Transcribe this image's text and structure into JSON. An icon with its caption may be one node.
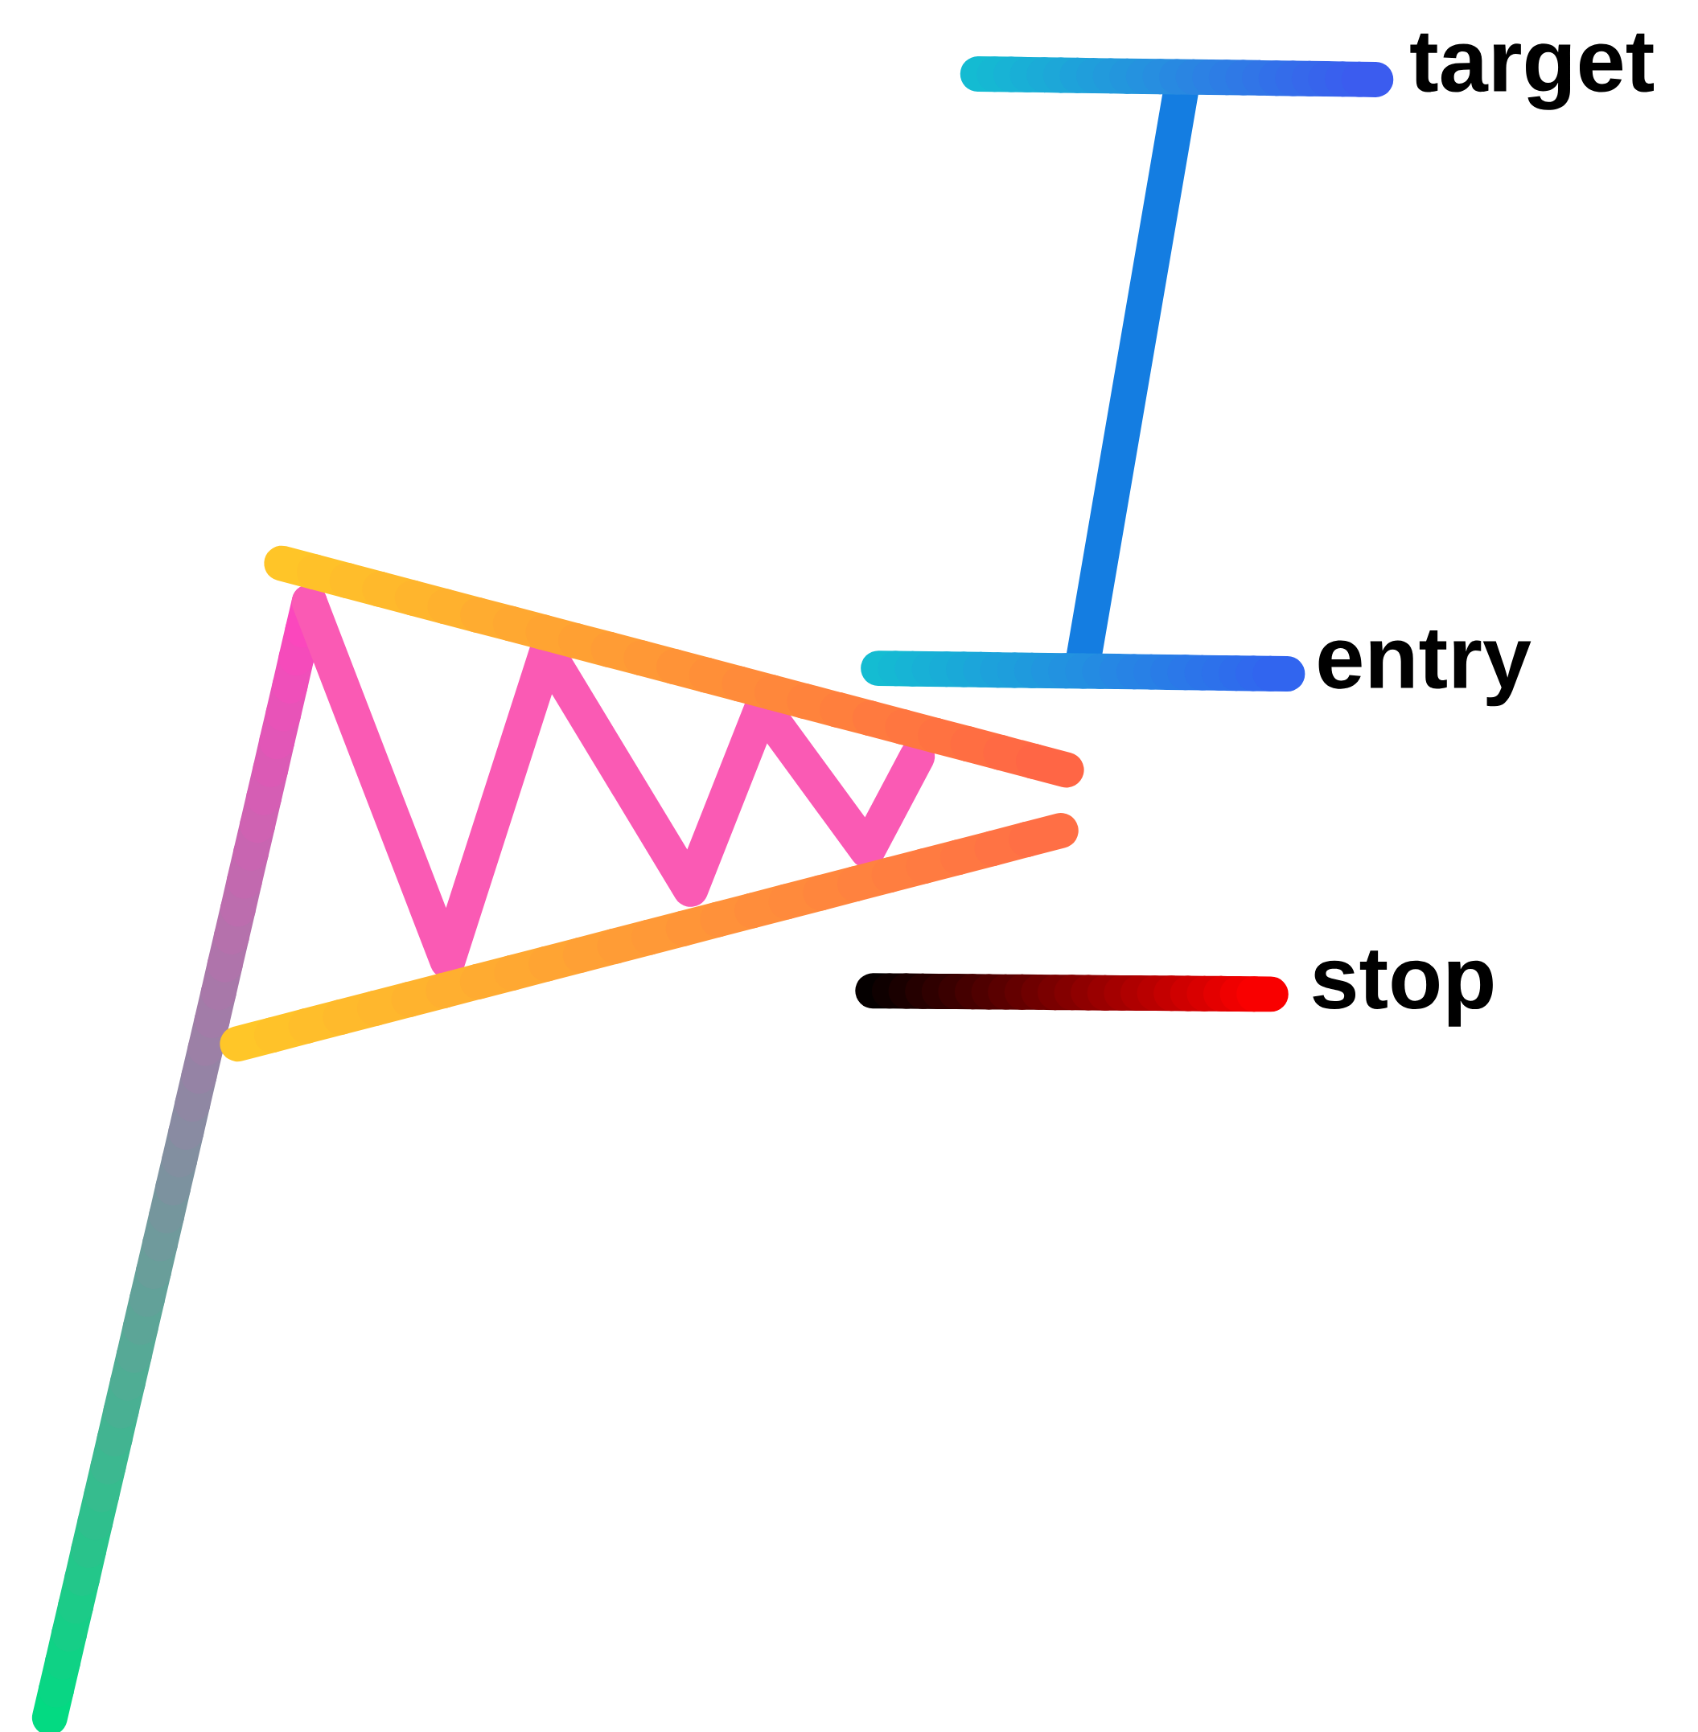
{
  "diagram": {
    "labels": [
      "target",
      "entry",
      "stop"
    ]
  }
}
